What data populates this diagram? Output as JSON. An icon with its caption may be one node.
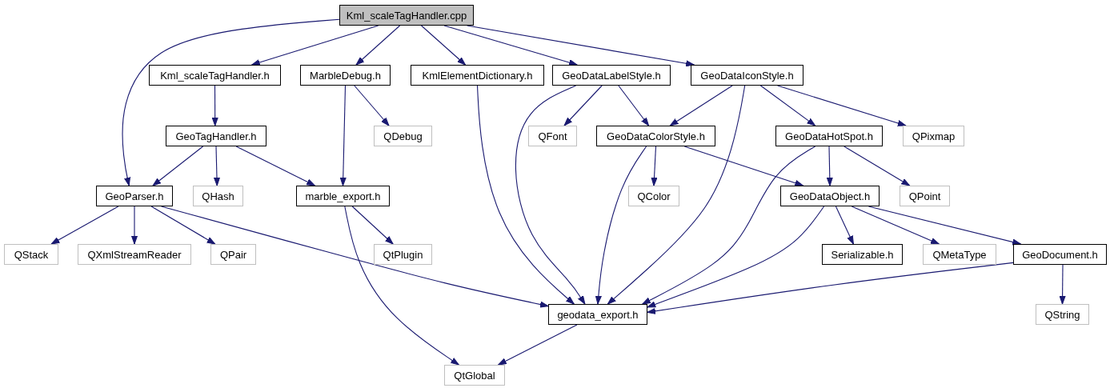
{
  "diagram": {
    "nodes": [
      {
        "text": [
          "Kml_scaleTagHandler.cpp"
        ]
      },
      {
        "text": [
          "Kml_scaleTagHandler.h"
        ]
      },
      {
        "text": [
          "MarbleDebug.h"
        ]
      },
      {
        "text": [
          "KmlElementDictionary.h"
        ]
      },
      {
        "text": [
          "GeoDataLabelStyle.h"
        ]
      },
      {
        "text": [
          "GeoDataIconStyle.h"
        ]
      },
      {
        "text": [
          "GeoTagHandler.h"
        ]
      },
      {
        "text": [
          "QDebug"
        ]
      },
      {
        "text": [
          "QFont"
        ]
      },
      {
        "text": [
          "GeoDataColorStyle.h"
        ]
      },
      {
        "text": [
          "GeoDataHotSpot.h"
        ]
      },
      {
        "text": [
          "QPixmap"
        ]
      },
      {
        "text": [
          "GeoParser.h"
        ]
      },
      {
        "text": [
          "QHash"
        ]
      },
      {
        "text": [
          "marble_export.h"
        ]
      },
      {
        "text": [
          "QColor"
        ]
      },
      {
        "text": [
          "GeoDataObject.h"
        ]
      },
      {
        "text": [
          "QPoint"
        ]
      },
      {
        "text": [
          "QStack"
        ]
      },
      {
        "text": [
          "QXmlStreamReader"
        ]
      },
      {
        "text": [
          "QPair"
        ]
      },
      {
        "text": [
          "QtPlugin"
        ]
      },
      {
        "text": [
          "Serializable.h"
        ]
      },
      {
        "text": [
          "QMetaType"
        ]
      },
      {
        "text": [
          "GeoDocument.h"
        ]
      },
      {
        "text": [
          "geodata_export.h"
        ]
      },
      {
        "text": [
          "QString"
        ]
      },
      {
        "text": [
          "QtGlobal"
        ]
      }
    ],
    "edges": [
      {
        "from": 0,
        "to": 12,
        "arrow": "to"
      },
      {
        "from": 0,
        "to": 1,
        "arrow": "to"
      },
      {
        "from": 0,
        "to": 2,
        "arrow": "to"
      },
      {
        "from": 0,
        "to": 3,
        "arrow": "to"
      },
      {
        "from": 0,
        "to": 4,
        "arrow": "to"
      },
      {
        "from": 0,
        "to": 5,
        "arrow": "to"
      },
      {
        "from": 1,
        "to": 6,
        "arrow": "to"
      },
      {
        "from": 2,
        "to": 14,
        "arrow": "to"
      },
      {
        "from": 2,
        "to": 7,
        "arrow": "to"
      },
      {
        "from": 3,
        "to": 25,
        "arrow": "to"
      },
      {
        "from": 4,
        "to": 25,
        "arrow": "to"
      },
      {
        "from": 4,
        "to": 8,
        "arrow": "to"
      },
      {
        "from": 4,
        "to": 9,
        "arrow": "to"
      },
      {
        "from": 5,
        "to": 9,
        "arrow": "to"
      },
      {
        "from": 5,
        "to": 25,
        "arrow": "to"
      },
      {
        "from": 5,
        "to": 10,
        "arrow": "to"
      },
      {
        "from": 5,
        "to": 11,
        "arrow": "to"
      },
      {
        "from": 6,
        "to": 12,
        "arrow": "to"
      },
      {
        "from": 6,
        "to": 13,
        "arrow": "to"
      },
      {
        "from": 6,
        "to": 14,
        "arrow": "to"
      },
      {
        "from": 9,
        "to": 25,
        "arrow": "to"
      },
      {
        "from": 9,
        "to": 15,
        "arrow": "to"
      },
      {
        "from": 9,
        "to": 16,
        "arrow": "to"
      },
      {
        "from": 10,
        "to": 25,
        "arrow": "to"
      },
      {
        "from": 10,
        "to": 16,
        "arrow": "to"
      },
      {
        "from": 10,
        "to": 17,
        "arrow": "to"
      },
      {
        "from": 12,
        "to": 18,
        "arrow": "to"
      },
      {
        "from": 12,
        "to": 19,
        "arrow": "to"
      },
      {
        "from": 12,
        "to": 20,
        "arrow": "to"
      },
      {
        "from": 12,
        "to": 25,
        "arrow": "to"
      },
      {
        "from": 14,
        "to": 21,
        "arrow": "to"
      },
      {
        "from": 14,
        "to": 27,
        "arrow": "to"
      },
      {
        "from": 16,
        "to": 25,
        "arrow": "to"
      },
      {
        "from": 16,
        "to": 22,
        "arrow": "to"
      },
      {
        "from": 16,
        "to": 23,
        "arrow": "to"
      },
      {
        "from": 16,
        "to": 24,
        "arrow": "to"
      },
      {
        "from": 24,
        "to": 25,
        "arrow": "to"
      },
      {
        "from": 24,
        "to": 26,
        "arrow": "to"
      },
      {
        "from": 25,
        "to": 27,
        "arrow": "to"
      }
    ]
  }
}
